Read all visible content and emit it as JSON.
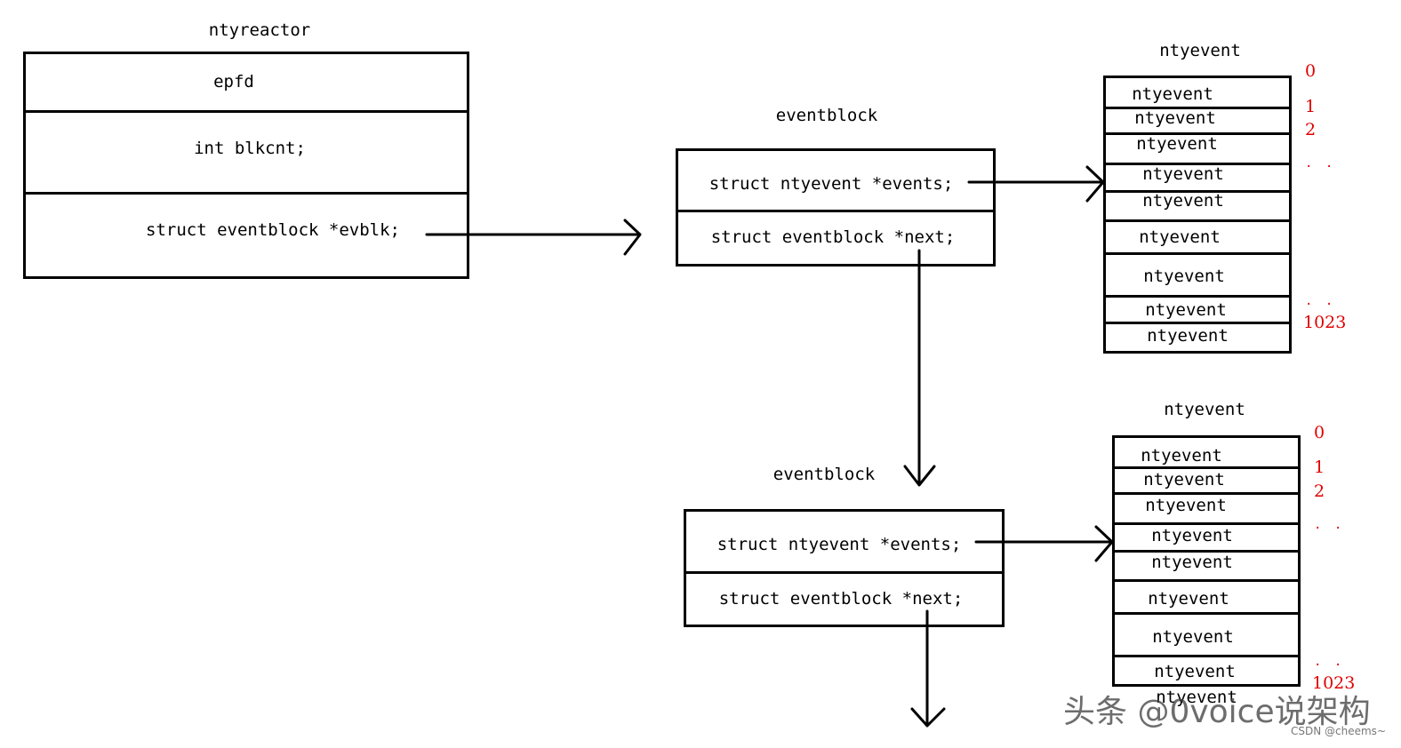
{
  "reactor": {
    "title": "ntyreactor",
    "fields": [
      "epfd",
      "int blkcnt;",
      "struct eventblock *evblk;"
    ]
  },
  "blocks": [
    {
      "title": "eventblock",
      "fields": [
        "struct ntyevent *events;",
        "struct eventblock *next;"
      ]
    },
    {
      "title": "eventblock",
      "fields": [
        "struct ntyevent *events;",
        "struct eventblock *next;"
      ]
    }
  ],
  "arrays": [
    {
      "title": "ntyevent",
      "cells": [
        "ntyevent",
        "ntyevent",
        "ntyevent",
        "ntyevent",
        "ntyevent",
        "ntyevent",
        "ntyevent",
        "ntyevent",
        "ntyevent"
      ],
      "indices": [
        "0",
        "1",
        "2",
        "1023"
      ],
      "ellipsis": ". ."
    },
    {
      "title": "ntyevent",
      "cells": [
        "ntyevent",
        "ntyevent",
        "ntyevent",
        "ntyevent",
        "ntyevent",
        "ntyevent",
        "ntyevent",
        "ntyevent",
        "ntyevent"
      ],
      "indices": [
        "0",
        "1",
        "2",
        "1023"
      ],
      "ellipsis": ". ."
    }
  ],
  "watermark": {
    "main": "头条 @0voice说架构",
    "sub": "CSDN @cheems~"
  },
  "colors": {
    "line": "#000000",
    "index": "#e00000"
  }
}
